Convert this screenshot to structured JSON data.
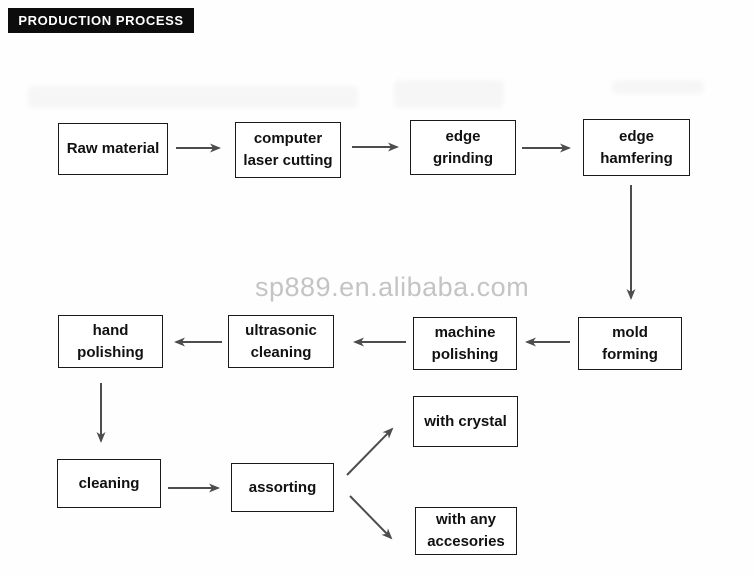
{
  "header": {
    "title": "PRODUCTION PROCESS"
  },
  "watermark": {
    "text": "sp889.en.alibaba.com"
  },
  "colors": {
    "arrow": "#4d4d4d",
    "box_border": "#1a1a1a",
    "header_bg": "#0c0c0c",
    "header_text": "#ffffff",
    "watermark_text": "#c4c4c4"
  },
  "flow": {
    "nodes": {
      "raw_material": {
        "lines": [
          "Raw material",
          ""
        ]
      },
      "computer_laser_cutting": {
        "lines": [
          "computer",
          "laser cutting"
        ]
      },
      "edge_grinding": {
        "lines": [
          "edge",
          "grinding"
        ]
      },
      "edge_hamfering": {
        "lines": [
          "edge",
          "hamfering"
        ]
      },
      "mold_forming": {
        "lines": [
          "mold",
          "forming"
        ]
      },
      "machine_polishing": {
        "lines": [
          "machine",
          "polishing"
        ]
      },
      "ultrasonic_cleaning": {
        "lines": [
          "ultrasonic",
          "cleaning"
        ]
      },
      "hand_polishing": {
        "lines": [
          "hand",
          "polishing"
        ]
      },
      "cleaning": {
        "lines": [
          "cleaning",
          ""
        ]
      },
      "assorting": {
        "lines": [
          "assorting",
          ""
        ]
      },
      "with_crystal": {
        "lines": [
          "with crystal",
          ""
        ]
      },
      "with_any_accesories": {
        "lines": [
          "with any",
          "accesories"
        ]
      }
    },
    "edges": [
      "raw_material -> computer_laser_cutting",
      "computer_laser_cutting -> edge_grinding",
      "edge_grinding -> edge_hamfering",
      "edge_hamfering -> mold_forming",
      "mold_forming -> machine_polishing",
      "machine_polishing -> ultrasonic_cleaning",
      "ultrasonic_cleaning -> hand_polishing",
      "hand_polishing -> cleaning",
      "cleaning -> assorting",
      "assorting -> with_crystal",
      "assorting -> with_any_accesories"
    ]
  }
}
